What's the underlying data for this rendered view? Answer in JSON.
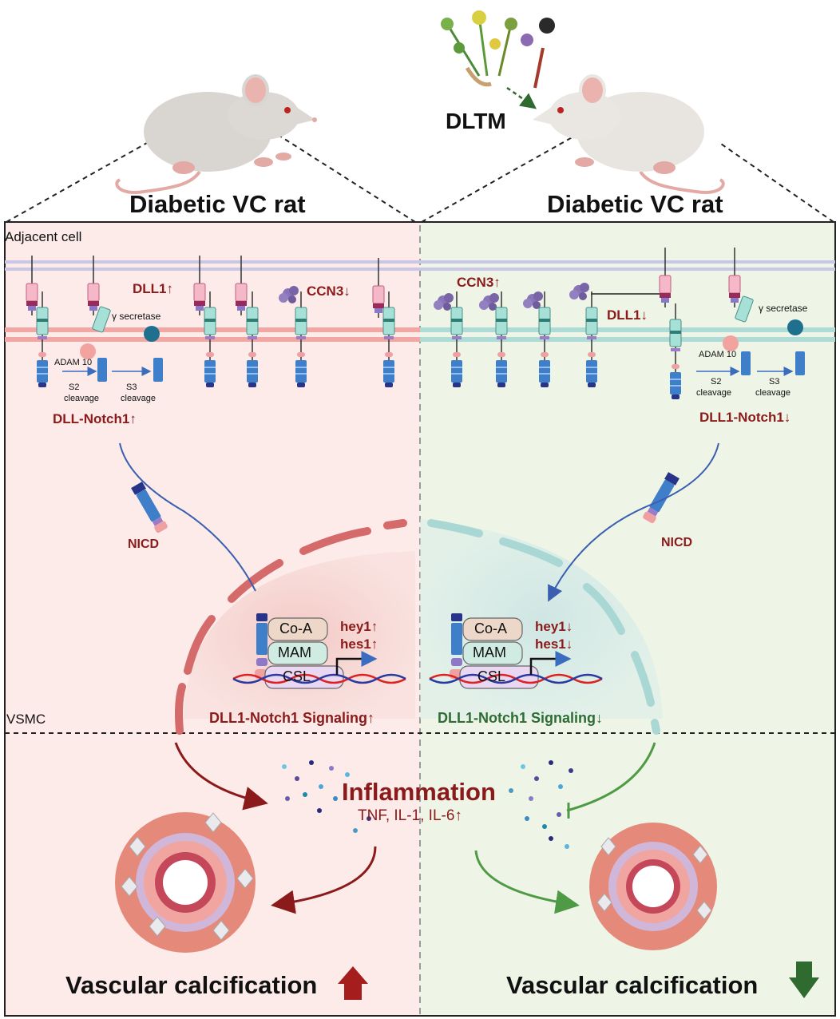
{
  "labels": {
    "dltm": "DLTM",
    "left_rat": "Diabetic VC rat",
    "right_rat": "Diabetic VC rat",
    "adjacent_cell": "Adjacent cell",
    "vsmc": "VSMC",
    "left_dll1": "DLL1↑",
    "left_ccn3": "CCN3↓",
    "left_gamma": "γ secretase",
    "left_adam": "ADAM 10",
    "left_s2": "S2",
    "left_s2b": "cleavage",
    "left_s3": "S3",
    "left_s3b": "cleavage",
    "left_dllnotch": "DLL-Notch1↑",
    "left_nicd": "NICD",
    "right_ccn3": "CCN3↑",
    "right_dll1": "DLL1↓",
    "right_gamma": "γ secretase",
    "right_adam": "ADAM 10",
    "right_s2": "S2",
    "right_s2b": "cleavage",
    "right_s3": "S3",
    "right_s3b": "cleavage",
    "right_dllnotch": "DLL1-Notch1↓",
    "right_nicd": "NICD",
    "left_coa": "Co-A",
    "left_mam": "MAM",
    "left_csl": "CSL",
    "right_coa": "Co-A",
    "right_mam": "MAM",
    "right_csl": "CSL",
    "left_hey1": "hey1↑",
    "left_hes1": "hes1↑",
    "right_hey1": "hey1↓",
    "right_hes1": "hes1↓",
    "left_signaling": "DLL1-Notch1 Signaling↑",
    "right_signaling": "DLL1-Notch1 Signaling↓",
    "inflammation": "Inflammation",
    "cytokines": "TNF, IL-1, IL-6↑",
    "left_vc": "Vascular calcification",
    "right_vc": "Vascular calcification"
  },
  "colors": {
    "left_bg": "#fcebe9",
    "right_bg": "#eef5e6",
    "dark_red": "#8b1a1a",
    "dark_green": "#2e6b35",
    "arrow_up": "#a61d1d",
    "arrow_down": "#2f6a2f"
  },
  "icons": [
    "rat-icon",
    "herb-icon",
    "notch-receptor-icon",
    "dll1-ligand-icon",
    "ccn3-protein-icon",
    "gamma-secretase-icon",
    "adam10-icon",
    "dna-icon",
    "artery-icon",
    "cytokine-dots-icon"
  ]
}
